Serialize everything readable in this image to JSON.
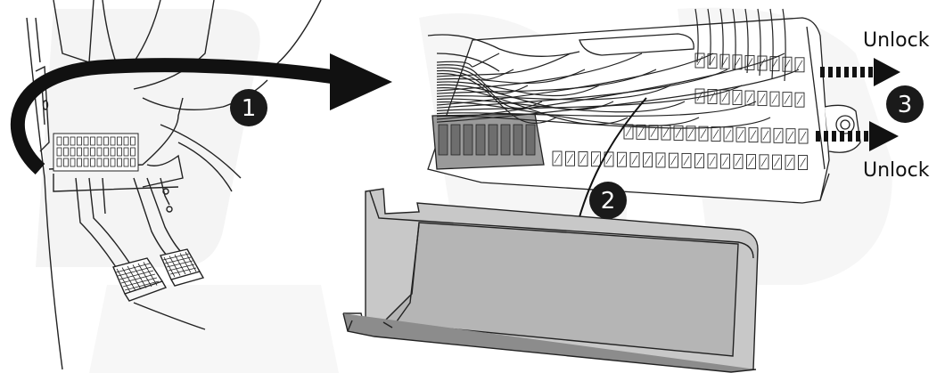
{
  "step_markers": [
    "1",
    "2",
    "3"
  ],
  "callouts": {
    "unlock_top": "Unlock",
    "unlock_bottom": "Unlock"
  },
  "colors": {
    "line": "#222222",
    "cover_fill": "#c8c8c8",
    "cover_dark": "#9a9a9a",
    "watermark": "#eeeeee",
    "marker": "#1a1a1a",
    "arrow": "#111111"
  }
}
